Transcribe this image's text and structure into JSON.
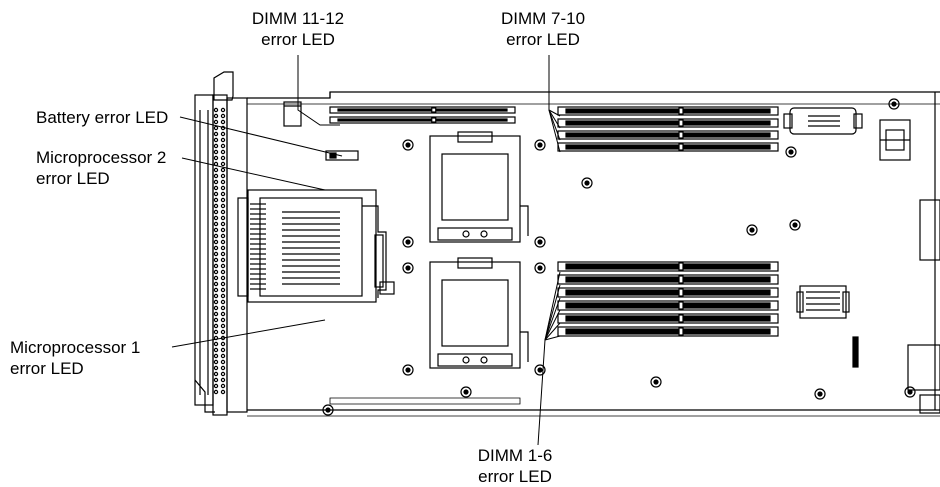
{
  "callouts": {
    "dimm_11_12": {
      "line1": "DIMM 11-12",
      "line2": "error LED"
    },
    "dimm_7_10": {
      "line1": "DIMM 7-10",
      "line2": "error LED"
    },
    "battery": {
      "line1": "Battery error LED"
    },
    "cpu2": {
      "line1": "Microprocessor 2",
      "line2": "error LED"
    },
    "cpu1": {
      "line1": "Microprocessor 1",
      "line2": "error LED"
    },
    "dimm_1_6": {
      "line1": "DIMM 1-6",
      "line2": "error LED"
    }
  }
}
